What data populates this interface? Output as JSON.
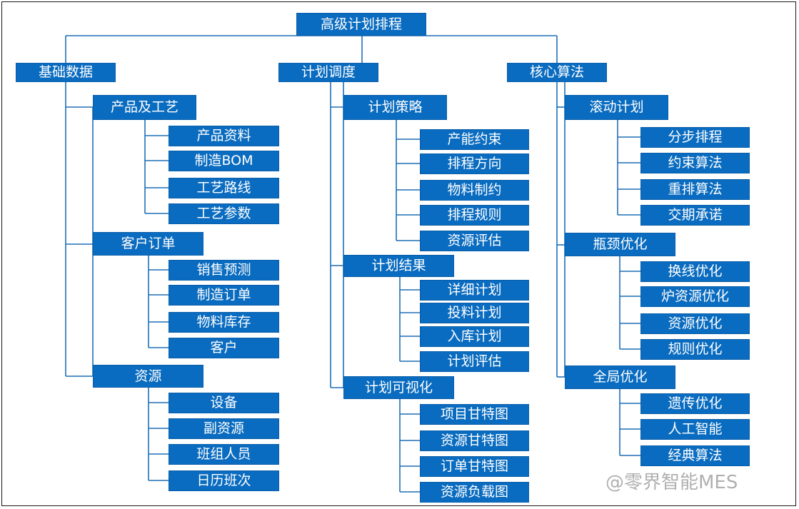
{
  "root": "高级计划排程",
  "columns": [
    {
      "label": "基础数据",
      "groups": [
        {
          "label": "产品及工艺",
          "items": [
            "产品资料",
            "制造BOM",
            "工艺路线",
            "工艺参数"
          ]
        },
        {
          "label": "客户订单",
          "items": [
            "销售预测",
            "制造订单",
            "物料库存",
            "客户"
          ]
        },
        {
          "label": "资源",
          "items": [
            "设备",
            "副资源",
            "班组人员",
            "日历班次"
          ]
        }
      ]
    },
    {
      "label": "计划调度",
      "groups": [
        {
          "label": "计划策略",
          "items": [
            "产能约束",
            "排程方向",
            "物料制约",
            "排程规则",
            "资源评估"
          ]
        },
        {
          "label": "计划结果",
          "items": [
            "详细计划",
            "投料计划",
            "入库计划",
            "计划评估"
          ]
        },
        {
          "label": "计划可视化",
          "items": [
            "项目甘特图",
            "资源甘特图",
            "订单甘特图",
            "资源负载图"
          ]
        }
      ]
    },
    {
      "label": "核心算法",
      "groups": [
        {
          "label": "滚动计划",
          "items": [
            "分步排程",
            "约束算法",
            "重排算法",
            "交期承诺"
          ]
        },
        {
          "label": "瓶颈优化",
          "items": [
            "换线优化",
            "炉资源优化",
            "资源优化",
            "规则优化"
          ]
        },
        {
          "label": "全局优化",
          "items": [
            "遗传优化",
            "人工智能",
            "经典算法"
          ]
        }
      ]
    }
  ],
  "watermark": "@零界智能MES",
  "colors": {
    "box": "#0a6cc0",
    "line": "#1f6fb5",
    "text": "#ffffff"
  }
}
